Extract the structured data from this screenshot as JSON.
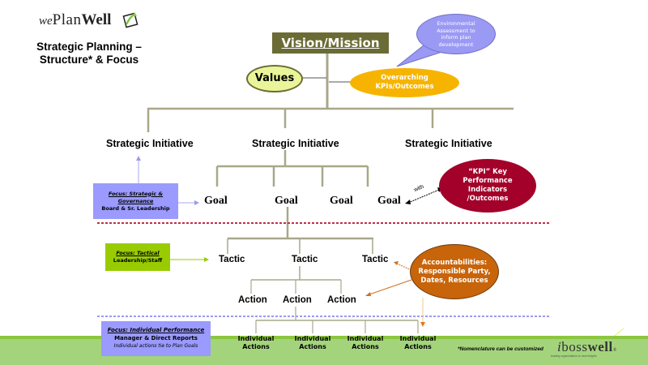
{
  "header": {
    "logo": {
      "we": "we",
      "plan": "Plan",
      "well": "Well"
    },
    "title_line1": "Strategic Planning –",
    "title_line2": "Structure* & Focus"
  },
  "top": {
    "vision_mission": "Vision/Mission",
    "values": "Values",
    "overarching_kpis": "Overarching KPIs/Outcomes",
    "environmental_callout": "Environmental Assessment to inform plan development"
  },
  "strategic_initiatives": [
    "Strategic Initiative",
    "Strategic Initiative",
    "Strategic Initiative"
  ],
  "goals": [
    "Goal",
    "Goal",
    "Goal",
    "Goal"
  ],
  "goal_link_label": "with",
  "kpi_bubble": "“KPI” Key Performance Indicators /Outcomes",
  "tactics": [
    "Tactic",
    "Tactic",
    "Tactic"
  ],
  "actions": [
    "Action",
    "Action",
    "Action"
  ],
  "accountabilities": "Accountabilities: Responsible Party, Dates, Resources",
  "individual_actions": [
    "Individual Actions",
    "Individual Actions",
    "Individual Actions",
    "Individual Actions"
  ],
  "focus_boxes": {
    "strategic": {
      "heading": "Focus: Strategic & Governance",
      "line": "Board & Sr. Leadership",
      "color": "#9a9aff"
    },
    "tactical": {
      "heading": "Focus: Tactical",
      "line": "Leadership/Staff",
      "color": "#99cc00"
    },
    "individual": {
      "heading": "Focus: Individual Performance",
      "line": "Manager & Direct Reports",
      "subline": "Individual actions tie to Plan Goals",
      "color": "#9a9aff"
    }
  },
  "footer": {
    "note": "*Nomenclature can be customized",
    "brand": {
      "i": "i",
      "boss": "boss",
      "well": "well",
      "tm": "®"
    },
    "tagline": "leading organizations to new heights"
  },
  "colors": {
    "connector": "#a8a88a",
    "vision_bg": "#6b6b35",
    "divider_strategic": "#c0304a",
    "divider_individual": "#9a9aee",
    "footer_green": "#a3d47c"
  }
}
